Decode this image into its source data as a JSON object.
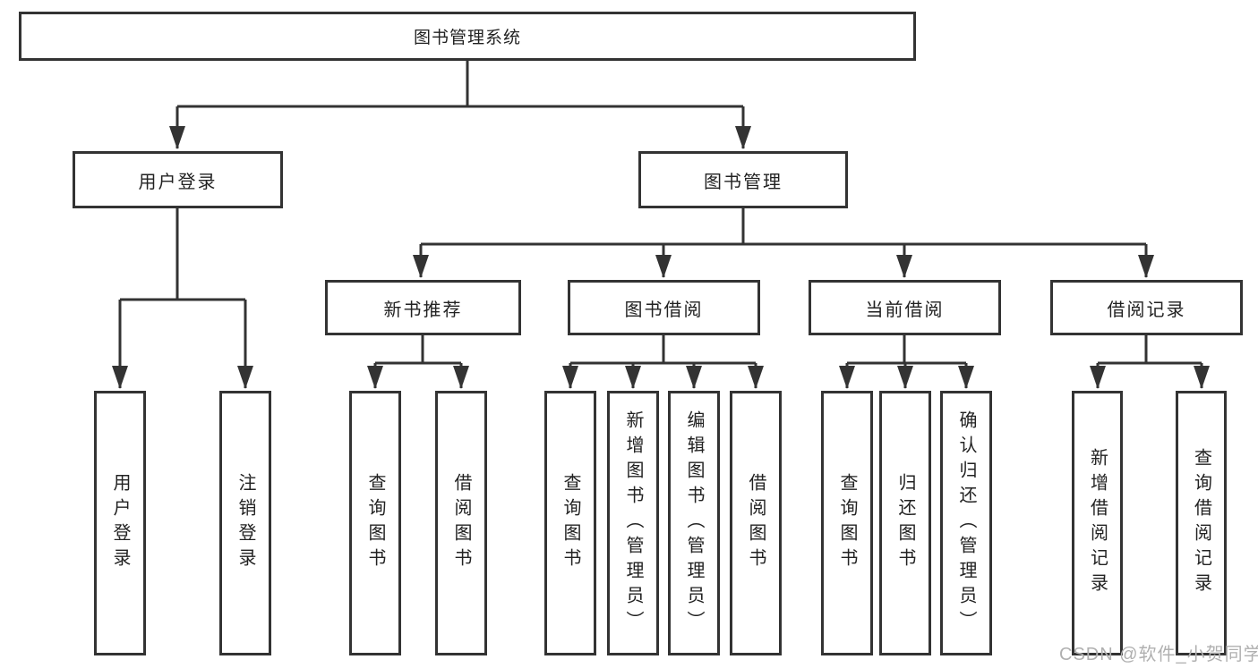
{
  "tree": {
    "root": "图书管理系统",
    "level2": [
      "用户登录",
      "图书管理"
    ],
    "level3": [
      "新书推荐",
      "图书借阅",
      "当前借阅",
      "借阅记录"
    ],
    "leaves": {
      "user_login": [
        "用户登录",
        "注销登录"
      ],
      "new_book_rec": [
        "查询图书",
        "借阅图书"
      ],
      "book_borrow": [
        "查询图书",
        "新增图书（管理员）",
        "编辑图书（管理员）",
        "借阅图书"
      ],
      "current_borrow": [
        "查询图书",
        "归还图书",
        "确认归还（管理员）"
      ],
      "borrow_records": [
        "新增借阅记录",
        "查询借阅记录"
      ]
    }
  },
  "watermark": "CSDN @软件_小贺同学",
  "colors": {
    "line": "#333333",
    "text": "#222222",
    "watermark": "#b0b0b0",
    "background": "#ffffff"
  }
}
